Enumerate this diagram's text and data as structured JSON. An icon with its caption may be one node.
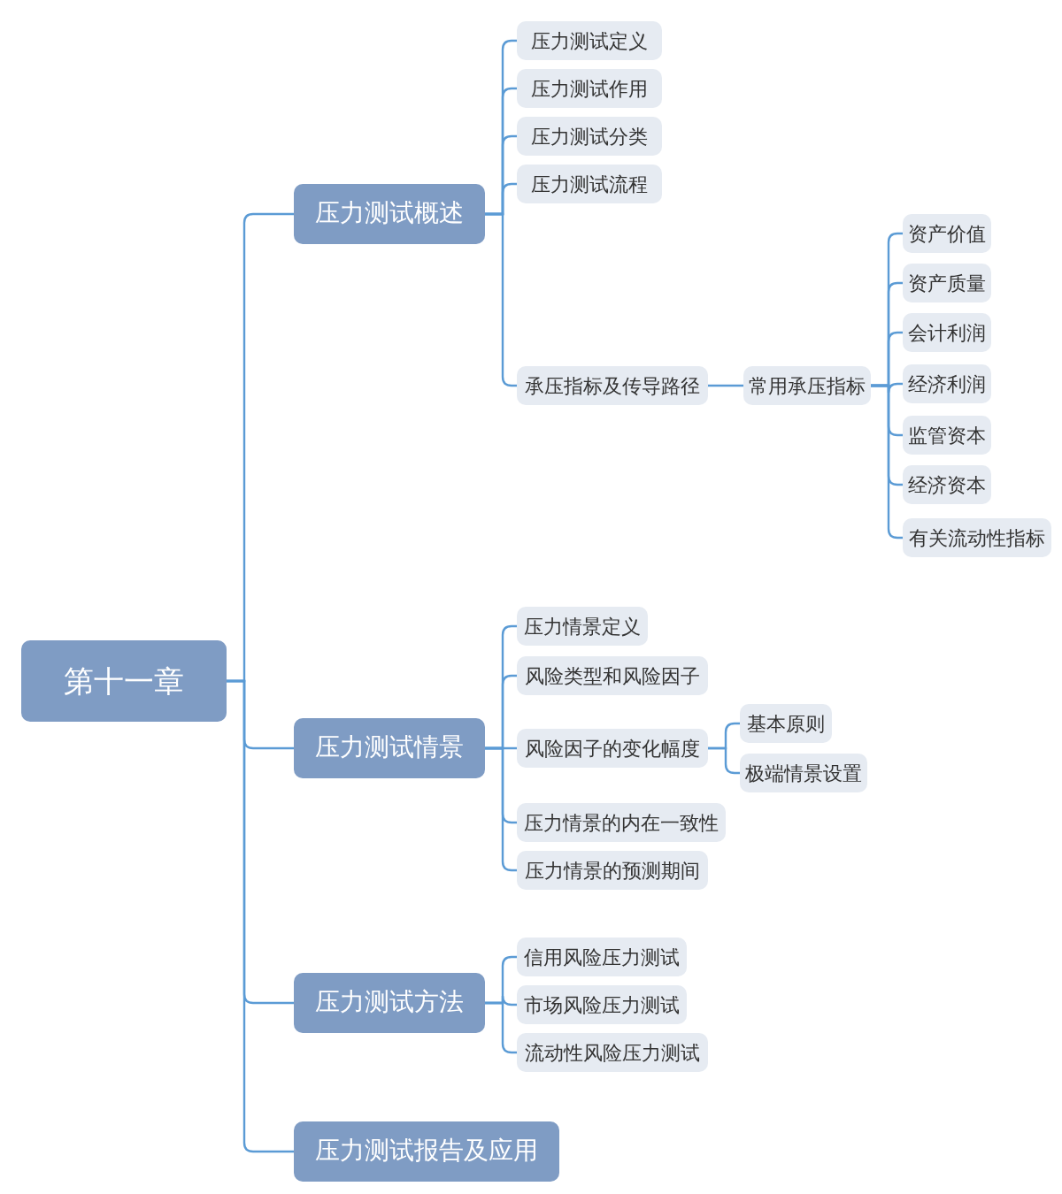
{
  "diagram": {
    "nodes": [
      {
        "text": [
          "第十一章"
        ]
      },
      {
        "text": [
          "压力测试概述"
        ]
      },
      {
        "text": [
          "压力测试定义"
        ]
      },
      {
        "text": [
          "压力测试作用"
        ]
      },
      {
        "text": [
          "压力测试分类"
        ]
      },
      {
        "text": [
          "压力测试流程"
        ]
      },
      {
        "text": [
          "承压指标及传导路径"
        ]
      },
      {
        "text": [
          "常用承压指标"
        ]
      },
      {
        "text": [
          "资产价值"
        ]
      },
      {
        "text": [
          "资产质量"
        ]
      },
      {
        "text": [
          "会计利润"
        ]
      },
      {
        "text": [
          "经济利润"
        ]
      },
      {
        "text": [
          "监管资本"
        ]
      },
      {
        "text": [
          "经济资本"
        ]
      },
      {
        "text": [
          "有关流动性指标"
        ]
      },
      {
        "text": [
          "压力测试情景"
        ]
      },
      {
        "text": [
          "压力情景定义"
        ]
      },
      {
        "text": [
          "风险类型和风险因子"
        ]
      },
      {
        "text": [
          "风险因子的变化幅度"
        ]
      },
      {
        "text": [
          "基本原则"
        ]
      },
      {
        "text": [
          "极端情景设置"
        ]
      },
      {
        "text": [
          "压力情景的内在一致性"
        ]
      },
      {
        "text": [
          "压力情景的预测期间"
        ]
      },
      {
        "text": [
          "压力测试方法"
        ]
      },
      {
        "text": [
          "信用风险压力测试"
        ]
      },
      {
        "text": [
          "市场风险压力测试"
        ]
      },
      {
        "text": [
          "流动性风险压力测试"
        ]
      },
      {
        "text": [
          "压力测试报告及应用"
        ]
      }
    ],
    "edges": [
      {
        "from": 0,
        "to": 1,
        "arrow": "none"
      },
      {
        "from": 0,
        "to": 15,
        "arrow": "none"
      },
      {
        "from": 0,
        "to": 23,
        "arrow": "none"
      },
      {
        "from": 0,
        "to": 27,
        "arrow": "none"
      },
      {
        "from": 1,
        "to": 2,
        "arrow": "none"
      },
      {
        "from": 1,
        "to": 3,
        "arrow": "none"
      },
      {
        "from": 1,
        "to": 4,
        "arrow": "none"
      },
      {
        "from": 1,
        "to": 5,
        "arrow": "none"
      },
      {
        "from": 1,
        "to": 6,
        "arrow": "none"
      },
      {
        "from": 6,
        "to": 7,
        "arrow": "none"
      },
      {
        "from": 7,
        "to": 8,
        "arrow": "none"
      },
      {
        "from": 7,
        "to": 9,
        "arrow": "none"
      },
      {
        "from": 7,
        "to": 10,
        "arrow": "none"
      },
      {
        "from": 7,
        "to": 11,
        "arrow": "none"
      },
      {
        "from": 7,
        "to": 12,
        "arrow": "none"
      },
      {
        "from": 7,
        "to": 13,
        "arrow": "none"
      },
      {
        "from": 7,
        "to": 14,
        "arrow": "none"
      },
      {
        "from": 15,
        "to": 16,
        "arrow": "none"
      },
      {
        "from": 15,
        "to": 17,
        "arrow": "none"
      },
      {
        "from": 15,
        "to": 18,
        "arrow": "none"
      },
      {
        "from": 15,
        "to": 21,
        "arrow": "none"
      },
      {
        "from": 15,
        "to": 22,
        "arrow": "none"
      },
      {
        "from": 18,
        "to": 19,
        "arrow": "none"
      },
      {
        "from": 18,
        "to": 20,
        "arrow": "none"
      },
      {
        "from": 23,
        "to": 24,
        "arrow": "none"
      },
      {
        "from": 23,
        "to": 25,
        "arrow": "none"
      },
      {
        "from": 23,
        "to": 26,
        "arrow": "none"
      }
    ]
  }
}
